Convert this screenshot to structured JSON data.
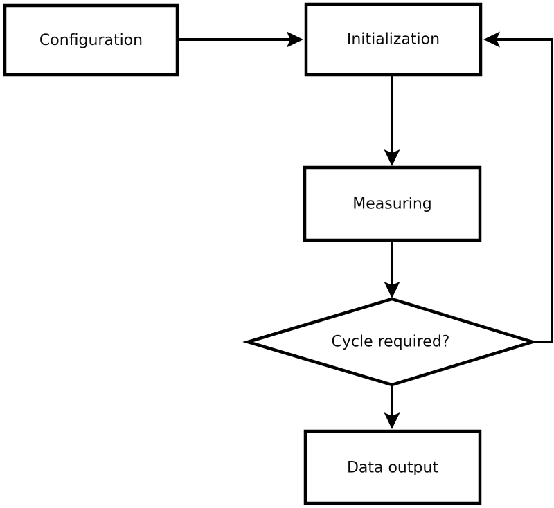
{
  "diagram": {
    "type": "flowchart",
    "background_color": "#ffffff",
    "line_color": "#000000",
    "node_fill_color": "#ffffff",
    "text_color": "#0a0a0a",
    "nodes": [
      {
        "id": "configuration",
        "shape": "rect",
        "label": "Configuration"
      },
      {
        "id": "initialization",
        "shape": "rect",
        "label": "Initialization"
      },
      {
        "id": "measuring",
        "shape": "rect",
        "label": "Measuring"
      },
      {
        "id": "cycle-required",
        "shape": "diamond",
        "label": "Cycle required?"
      },
      {
        "id": "data-output",
        "shape": "rect",
        "label": "Data output"
      }
    ],
    "edges": [
      {
        "from": "configuration",
        "to": "initialization",
        "style": "arrow"
      },
      {
        "from": "initialization",
        "to": "measuring",
        "style": "arrow"
      },
      {
        "from": "measuring",
        "to": "cycle-required",
        "style": "arrow"
      },
      {
        "from": "cycle-required",
        "to": "data-output",
        "style": "arrow"
      },
      {
        "from": "cycle-required",
        "to": "initialization",
        "style": "arrow",
        "note": "feedback loop via right side"
      }
    ]
  }
}
